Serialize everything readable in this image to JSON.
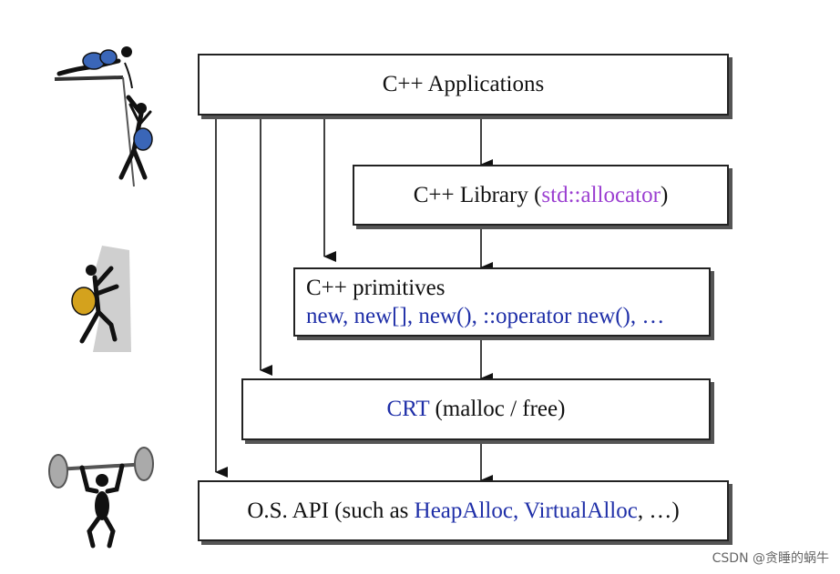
{
  "boxes": {
    "apps": {
      "text": "C++ Applications"
    },
    "library": {
      "pre": "C++ Library (",
      "hl": "std::allocator",
      "post": ")"
    },
    "primitives": {
      "line1": "C++ primitives",
      "line2": "new, new[], new(), ::operator new(), …"
    },
    "crt": {
      "hl": "CRT",
      "post": " (malloc / free)"
    },
    "os": {
      "pre": "O.S. API (such as ",
      "hl": "HeapAlloc, VirtualAlloc",
      "post": ", …)"
    }
  },
  "colors": {
    "highlight_blue": "#1f2fa8",
    "highlight_purple": "#9b3fd1"
  },
  "icons": [
    "climbers-icon",
    "rock-climber-icon",
    "weightlifter-icon"
  ],
  "watermark": "CSDN @贪睡的蜗牛"
}
